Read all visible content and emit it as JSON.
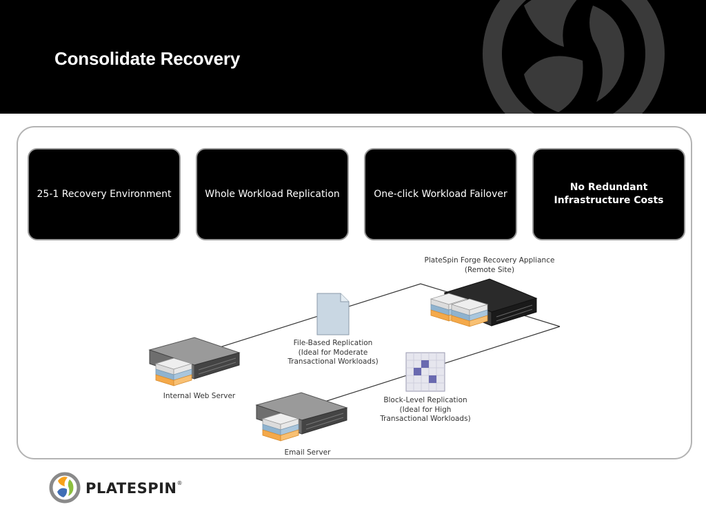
{
  "slide": {
    "title": "Consolidate Recovery"
  },
  "cards": [
    {
      "text": "25-1 Recovery Environment",
      "bold": false
    },
    {
      "text": "Whole Workload Replication",
      "bold": false
    },
    {
      "text": "One-click Workload Failover",
      "bold": false
    },
    {
      "text": "No Redundant\nInfrastructure Costs",
      "bold": true
    }
  ],
  "diagram": {
    "appliance_label": "PlateSpin Forge Recovery Appliance\n(Remote Site)",
    "file_replication_label": "File-Based Replication\n(Ideal for Moderate\nTransactional Workloads)",
    "block_replication_label": "Block-Level Replication\n(Ideal for High\nTransactional Workloads)",
    "web_server_label": "Internal Web Server",
    "email_server_label": "Email Server"
  },
  "footer": {
    "brand": "PLATESPIN",
    "registered": "®"
  },
  "colors": {
    "header_bg": "#000000",
    "card_bg": "#000000",
    "frame_border": "#b3b3b3",
    "logo_orange": "#f7a11a",
    "logo_blue": "#3f6eb5",
    "logo_green": "#8cbf3f"
  }
}
